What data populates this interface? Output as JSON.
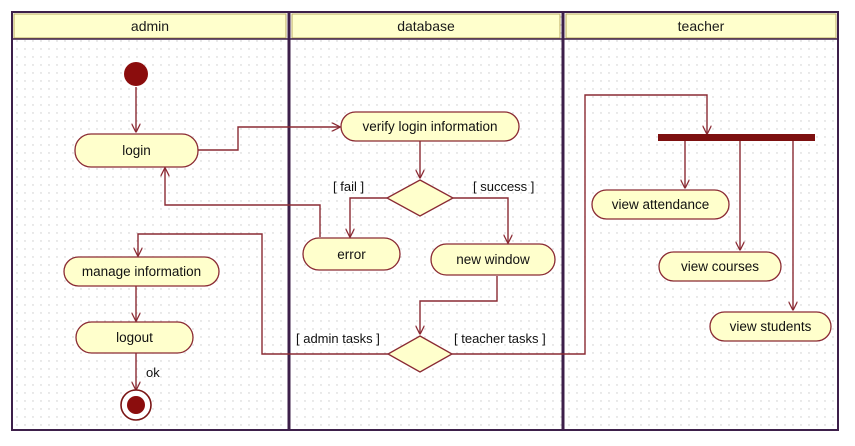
{
  "lanes": {
    "admin": "admin",
    "database": "database",
    "teacher": "teacher"
  },
  "nodes": {
    "login": "login",
    "manage_information": "manage information",
    "logout": "logout",
    "verify_login_information": "verify login information",
    "error": "error",
    "new_window": "new window",
    "view_attendance": "view attendance",
    "view_courses": "view courses",
    "view_students": "view students"
  },
  "guards": {
    "fail": "[ fail ]",
    "success": "[ success ]",
    "admin_tasks": "[ admin tasks ]",
    "teacher_tasks": "[ teacher tasks ]",
    "ok": "ok"
  },
  "colors": {
    "lane_border": "#3d1f4a",
    "lane_header_fill": "#ffffcc",
    "node_fill": "#ffffcc",
    "edge_stroke": "#8a2a33",
    "initial_node": "#8b0d0d",
    "fork_bar": "#7d1010",
    "grid_dot": "#c9c9c9"
  }
}
